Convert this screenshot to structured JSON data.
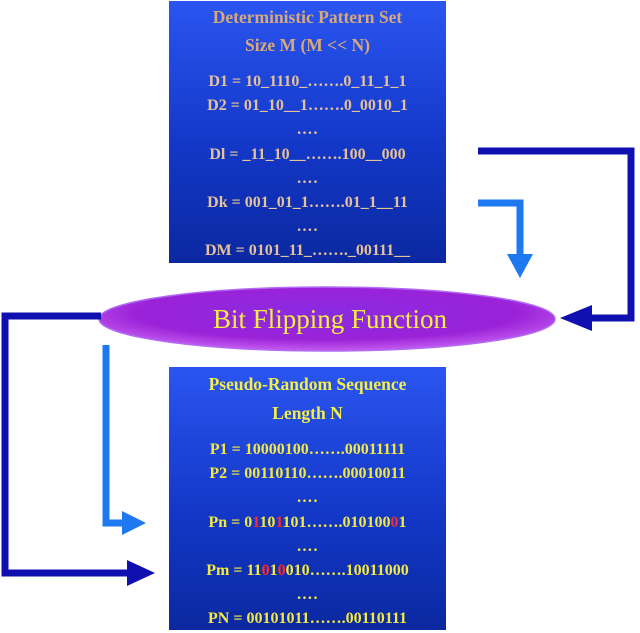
{
  "top_box": {
    "title_line1": "Deterministic Pattern Set",
    "title_line2": "Size M (M << N)",
    "lines": [
      "D1 = 10_1110_…….0_11_1_1",
      "D2 = 01_10__1…….0_0010_1",
      "….",
      "Dl = _11_10__…….100__000",
      "….",
      "Dk = 001_01_1…….01_1__11",
      "….",
      "DM = 0101_11_……._00111__"
    ]
  },
  "ellipse": {
    "label": "Bit Flipping Function"
  },
  "bottom_box": {
    "title_line1": "Pseudo-Random Sequence",
    "title_line2": "Length N",
    "p1": "P1 = 10000100…….00011111",
    "p2": "P2 = 00110110…….00010011",
    "dots1": "….",
    "pn": {
      "a": "Pn = 0",
      "b": "1",
      "c": "10",
      "d": "1",
      "e": "101…….010100",
      "f": "0",
      "g": "1"
    },
    "dots2": "….",
    "pm": {
      "a": "Pm = 11",
      "b": "0",
      "c": "1",
      "d": "0",
      "e": "010…….10011000"
    },
    "dots3": "….",
    "pN": "PN = 00101011…….00110111"
  },
  "colors": {
    "box_blue": "#1f47e0",
    "arrow_dark_blue": "#1010b0",
    "arrow_light_blue": "#1e78f0",
    "ellipse_purple": "#9a22d8",
    "text_yellow": "#f4ea3e",
    "text_tan": "#e6c29a",
    "flipped_bit_red": "#ff2a2a"
  }
}
